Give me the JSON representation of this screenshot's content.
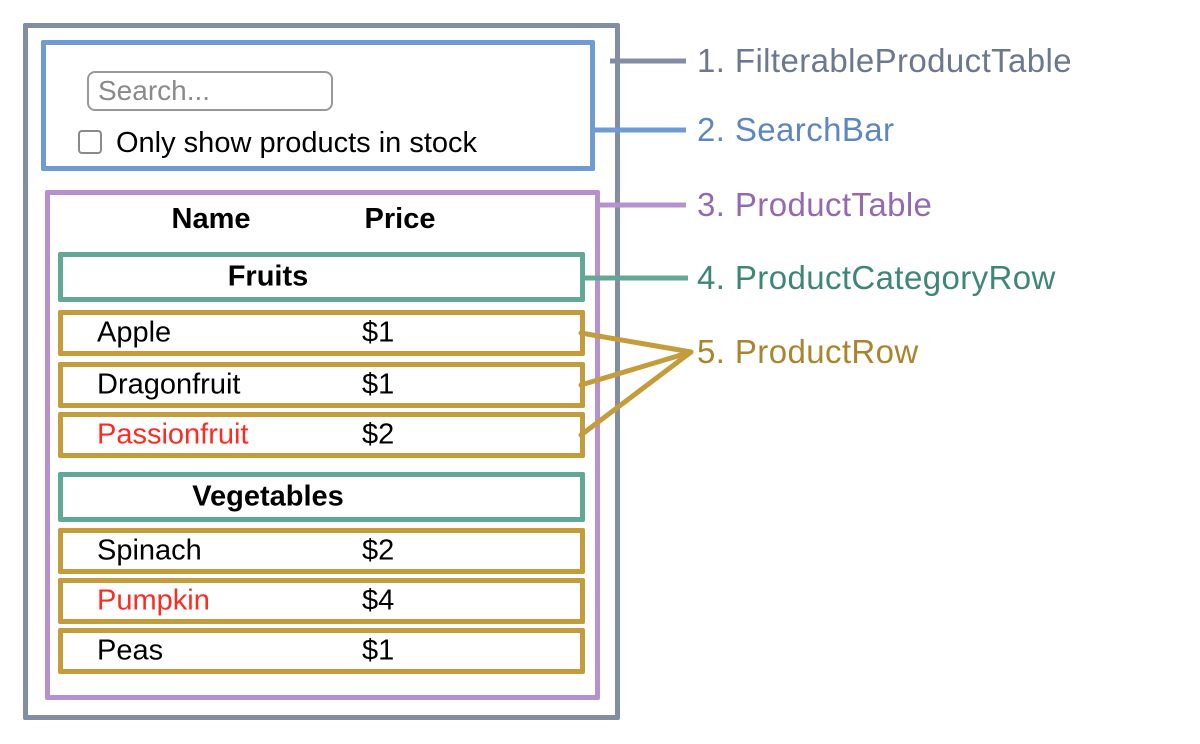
{
  "search_bar": {
    "placeholder": "Search...",
    "checkbox_label": "Only show products in stock",
    "checkbox_checked": false
  },
  "product_table": {
    "columns": [
      "Name",
      "Price"
    ],
    "sections": [
      {
        "category": "Fruits",
        "rows": [
          {
            "name": "Apple",
            "price": "$1",
            "name_color": "#000000"
          },
          {
            "name": "Dragonfruit",
            "price": "$1",
            "name_color": "#000000"
          },
          {
            "name": "Passionfruit",
            "price": "$2",
            "name_color": "#fb2c21"
          }
        ]
      },
      {
        "category": "Vegetables",
        "rows": [
          {
            "name": "Spinach",
            "price": "$2",
            "name_color": "#000000"
          },
          {
            "name": "Pumpkin",
            "price": "$4",
            "name_color": "#fb2c21"
          },
          {
            "name": "Peas",
            "price": "$1",
            "name_color": "#000000"
          }
        ]
      }
    ]
  },
  "legend": {
    "items": [
      {
        "label": "1. FilterableProductTable",
        "color": "#6b7890"
      },
      {
        "label": "2. SearchBar",
        "color": "#5d87c1"
      },
      {
        "label": "3. ProductTable",
        "color": "#9469b1"
      },
      {
        "label": "4. ProductCategoryRow",
        "color": "#3d8678"
      },
      {
        "label": "5. ProductRow",
        "color": "#a9862e"
      }
    ]
  },
  "colors": {
    "filterable_product_table_border": "#828da3",
    "search_bar_border": "#6f9bd3",
    "product_table_border": "#b591cd",
    "category_row_border": "#61a897",
    "product_row_border": "#c59c3c",
    "out_of_stock_text": "#fb2c21",
    "input_border": "#999999",
    "placeholder_text": "#8a8a8a"
  }
}
